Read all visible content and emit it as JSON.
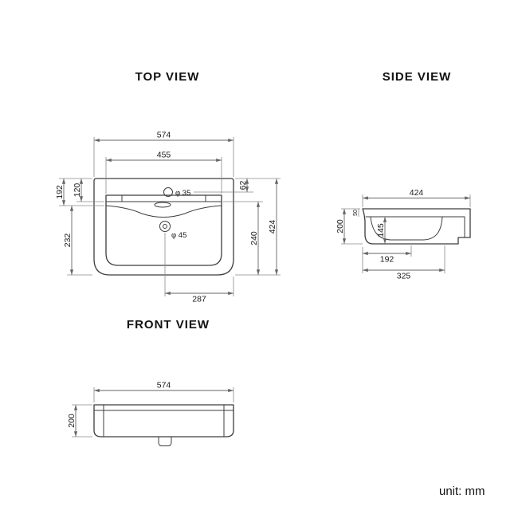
{
  "sheet": {
    "unit_label": "unit: mm"
  },
  "views": {
    "top": {
      "title": "TOP VIEW",
      "dims": {
        "overall_width": "574",
        "basin_width": "455",
        "tap_hole_offset": "62",
        "back_depth": "192",
        "deck_depth": "120",
        "front_depth": "232",
        "basin_depth": "240",
        "overall_depth": "424",
        "drain_offset": "287",
        "tap_hole_diameter": "φ 35",
        "drain_diameter": "φ 45"
      }
    },
    "side": {
      "title": "SIDE VIEW",
      "dims": {
        "overall_depth": "424",
        "overall_height": "200",
        "rim_thickness": "50",
        "bowl_height": "145",
        "base_front_offset": "192",
        "base_depth": "325"
      }
    },
    "front": {
      "title": "FRONT VIEW",
      "dims": {
        "overall_width": "574",
        "overall_height": "200"
      }
    }
  }
}
